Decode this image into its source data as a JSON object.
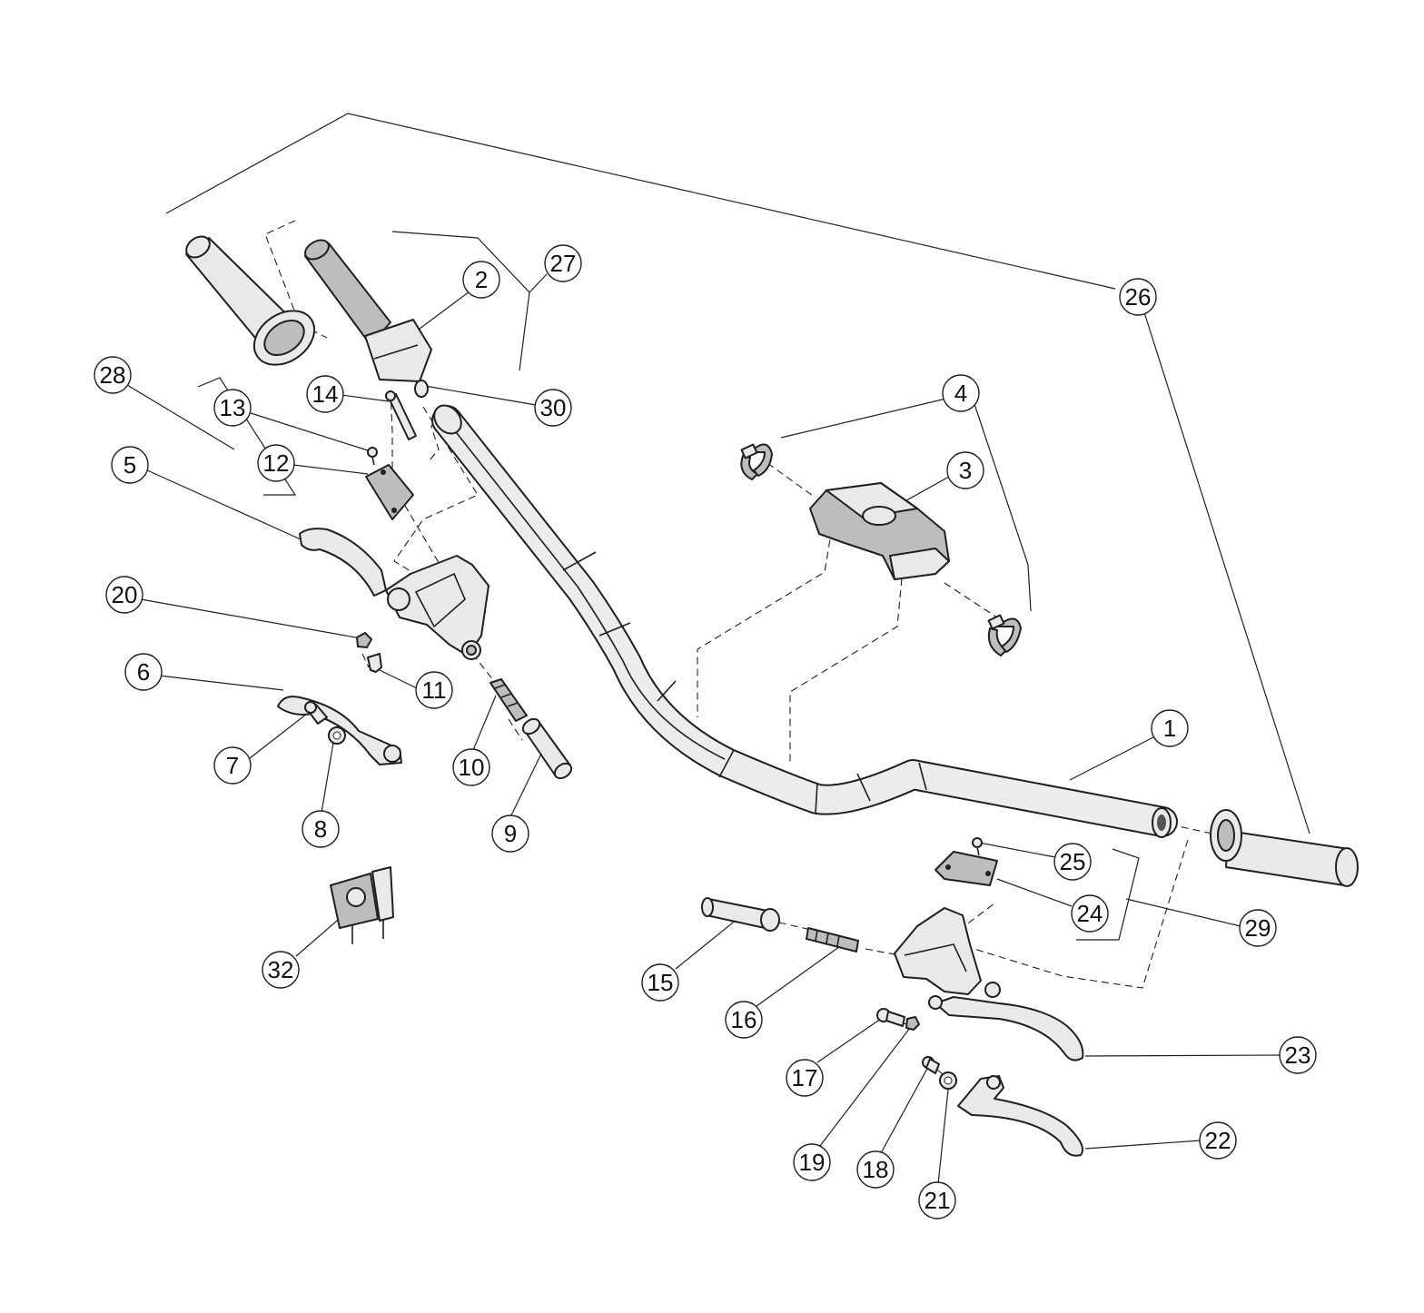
{
  "callouts": [
    {
      "id": "1",
      "label": "1"
    },
    {
      "id": "2",
      "label": "2"
    },
    {
      "id": "3",
      "label": "3"
    },
    {
      "id": "4",
      "label": "4"
    },
    {
      "id": "5",
      "label": "5"
    },
    {
      "id": "6",
      "label": "6"
    },
    {
      "id": "7",
      "label": "7"
    },
    {
      "id": "8",
      "label": "8"
    },
    {
      "id": "9",
      "label": "9"
    },
    {
      "id": "10",
      "label": "10"
    },
    {
      "id": "11",
      "label": "11"
    },
    {
      "id": "12",
      "label": "12"
    },
    {
      "id": "13",
      "label": "13"
    },
    {
      "id": "14",
      "label": "14"
    },
    {
      "id": "15",
      "label": "15"
    },
    {
      "id": "16",
      "label": "16"
    },
    {
      "id": "17",
      "label": "17"
    },
    {
      "id": "18",
      "label": "18"
    },
    {
      "id": "19",
      "label": "19"
    },
    {
      "id": "20",
      "label": "20"
    },
    {
      "id": "21",
      "label": "21"
    },
    {
      "id": "22",
      "label": "22"
    },
    {
      "id": "23",
      "label": "23"
    },
    {
      "id": "24",
      "label": "24"
    },
    {
      "id": "25",
      "label": "25"
    },
    {
      "id": "26",
      "label": "26"
    },
    {
      "id": "27",
      "label": "27"
    },
    {
      "id": "28",
      "label": "28"
    },
    {
      "id": "29",
      "label": "29"
    },
    {
      "id": "30",
      "label": "30"
    },
    {
      "id": "32",
      "label": "32"
    }
  ]
}
